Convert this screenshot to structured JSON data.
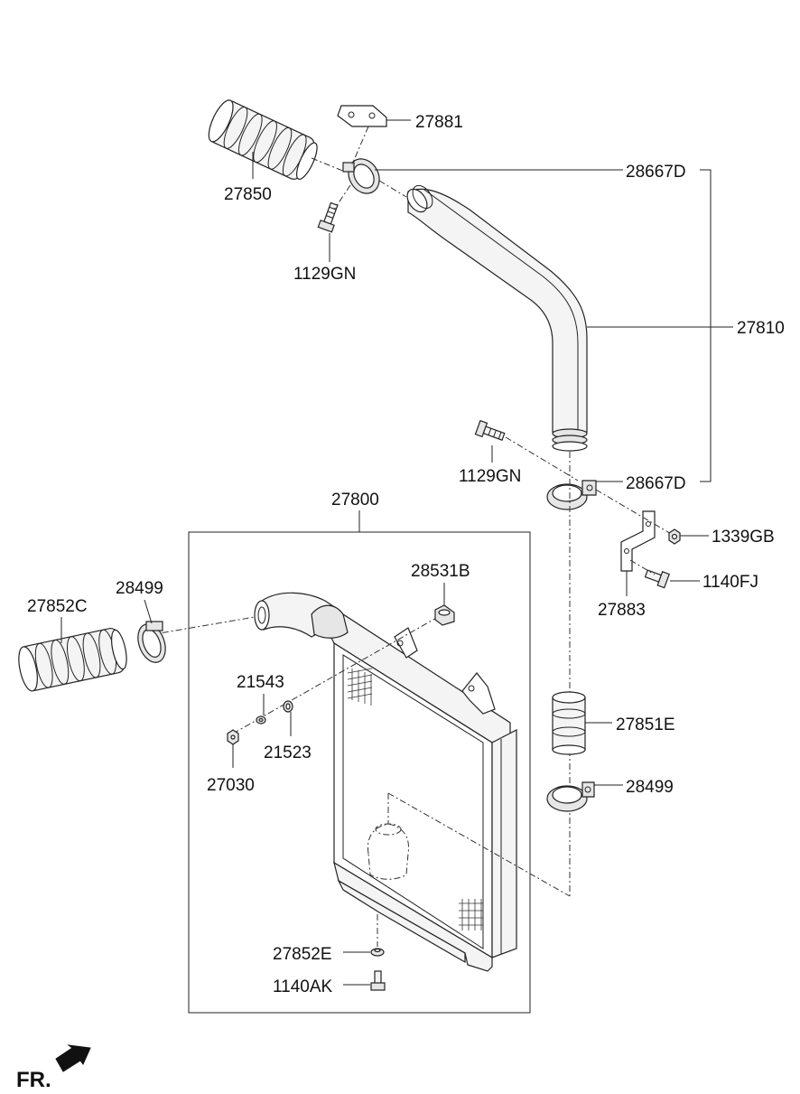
{
  "labels": {
    "p27881": "27881",
    "p27850": "27850",
    "p28667D_top": "28667D",
    "p1129GN_top": "1129GN",
    "p27810": "27810",
    "p1129GN_mid": "1129GN",
    "p28667D_mid": "28667D",
    "p27800": "27800",
    "p1339GB": "1339GB",
    "p1140FJ": "1140FJ",
    "p27883": "27883",
    "p28531B": "28531B",
    "p27852C": "27852C",
    "p28499_left": "28499",
    "p21543": "21543",
    "p21523": "21523",
    "p27030": "27030",
    "p27851E": "27851E",
    "p28499_right": "28499",
    "p27852E": "27852E",
    "p1140AK": "1140AK"
  },
  "direction_indicator": "FR.",
  "icons": {
    "direction_arrow": "front-arrow-icon"
  }
}
